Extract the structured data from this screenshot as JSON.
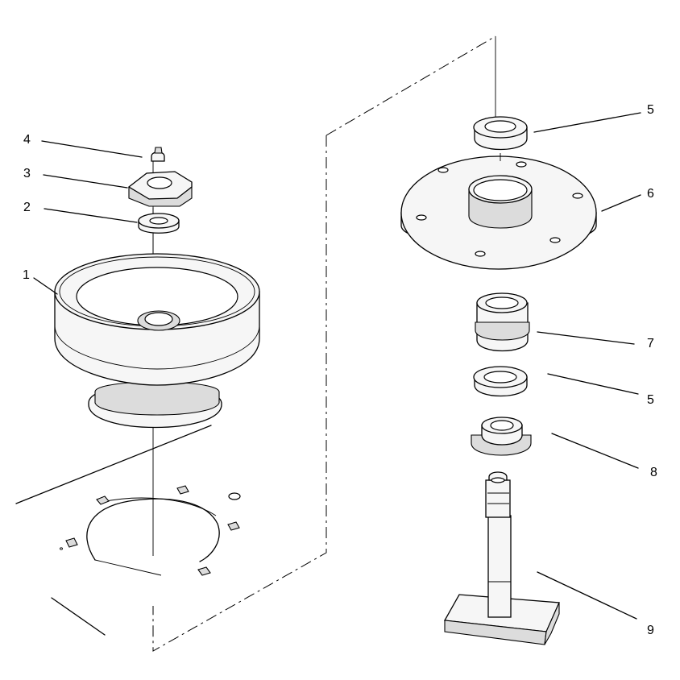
{
  "callouts": {
    "c1": "1",
    "c2": "2",
    "c3": "3",
    "c4": "4",
    "c5_top": "5",
    "c6": "6",
    "c7": "7",
    "c5_bottom": "5",
    "c8": "8",
    "c9": "9"
  }
}
